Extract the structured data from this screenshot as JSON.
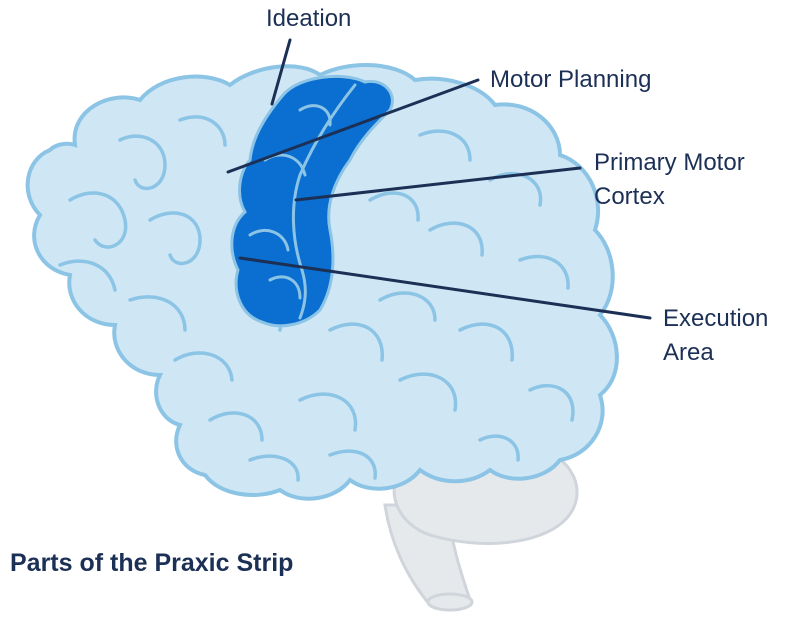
{
  "labels": {
    "ideation": "Ideation",
    "motor_planning": "Motor Planning",
    "primary_motor_line1": "Primary Motor",
    "primary_motor_line2": "Cortex",
    "execution_line1": "Execution",
    "execution_line2": "Area"
  },
  "caption": "Parts of the Praxic Strip",
  "colors": {
    "brain_fill": "#cfe6f5",
    "brain_outline": "#8cc4e6",
    "strip_fill": "#0a6fd0",
    "cerebellum_fill": "#e6e9ec",
    "text": "#1c3056",
    "leader_line": "#1c3056"
  }
}
